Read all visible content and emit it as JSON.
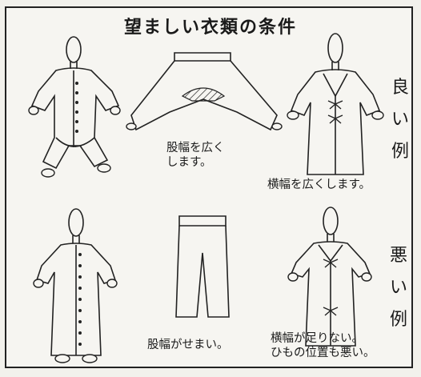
{
  "title": "望ましい衣類の条件",
  "good": {
    "label": [
      "良",
      "い",
      "例"
    ],
    "caption_pants": [
      "股幅を広く",
      "します。"
    ],
    "caption_gown": "横幅を広くします。"
  },
  "bad": {
    "label": [
      "悪",
      "い",
      "例"
    ],
    "caption_pants": "股幅がせまい。",
    "caption_gown": [
      "横幅が足りない。",
      "ひもの位置も悪い。"
    ]
  }
}
